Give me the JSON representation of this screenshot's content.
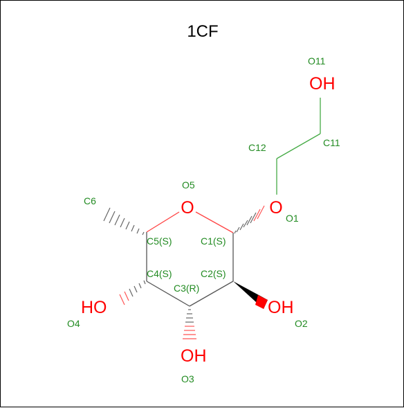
{
  "title": "1CF",
  "atoms": {
    "o11": "OH",
    "o1": "O",
    "o5": "O",
    "o4": "HO",
    "o2": "OH",
    "o3": "OH"
  },
  "labels": {
    "o11": "O11",
    "c11": "C11",
    "c12": "C12",
    "o5": "O5",
    "o1": "O1",
    "c6": "C6",
    "c5": "C5(S)",
    "c1": "C1(S)",
    "c4": "C4(S)",
    "c2": "C2(S)",
    "c3": "C3(R)",
    "o4": "O4",
    "o2": "O2",
    "o3": "O3"
  },
  "colors": {
    "heteroatom": "#ff0000",
    "atom_label": "#228b22",
    "bond": "#555555"
  }
}
